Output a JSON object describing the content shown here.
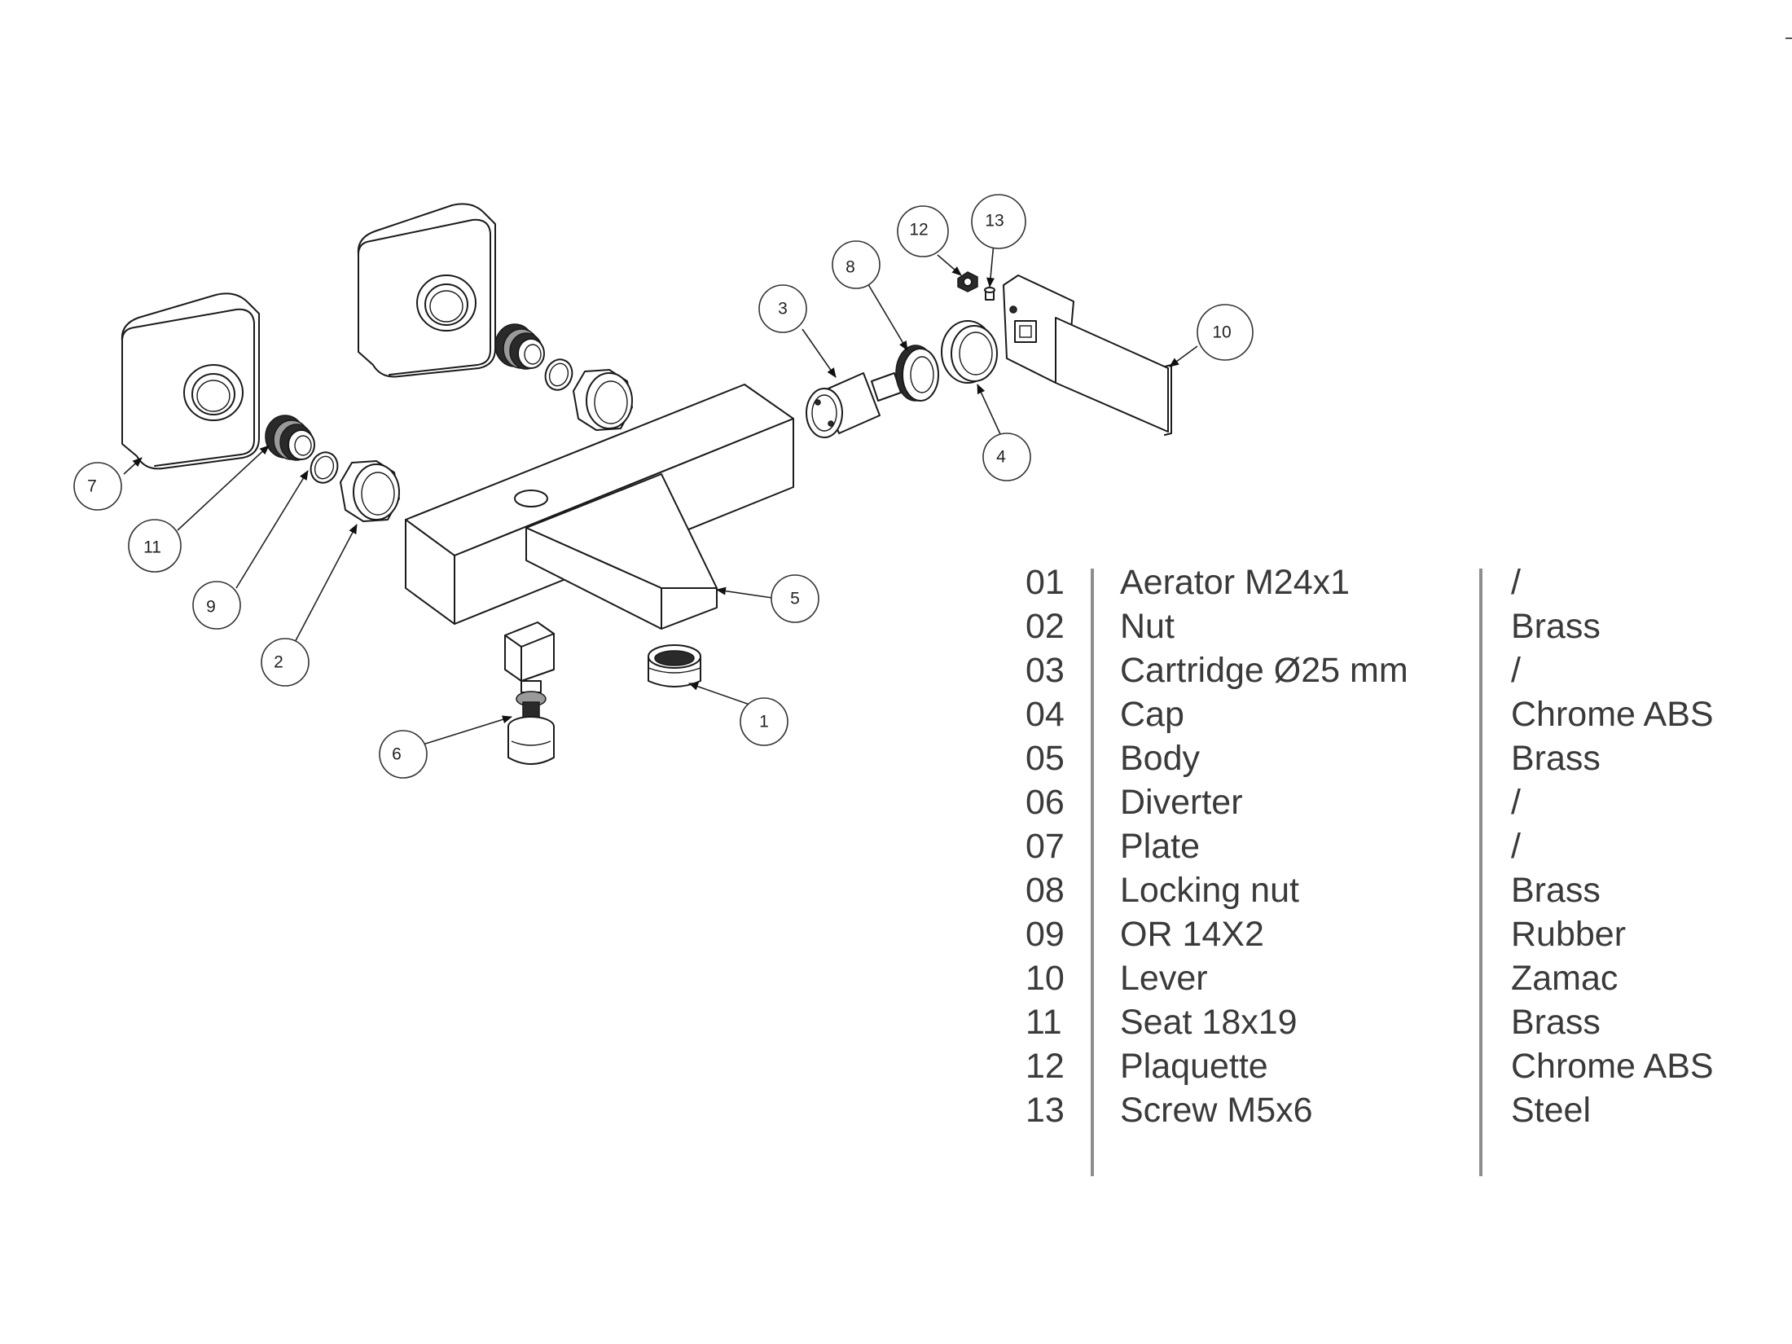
{
  "callouts": [
    "1",
    "2",
    "3",
    "4",
    "5",
    "6",
    "7",
    "8",
    "9",
    "10",
    "11",
    "12",
    "13"
  ],
  "parts": [
    {
      "num": "01",
      "name": "Aerator M24x1",
      "material": "/"
    },
    {
      "num": "02",
      "name": "Nut",
      "material": "Brass"
    },
    {
      "num": "03",
      "name": "Cartridge Ø25 mm",
      "material": "/"
    },
    {
      "num": "04",
      "name": "Cap",
      "material": "Chrome ABS"
    },
    {
      "num": "05",
      "name": "Body",
      "material": "Brass"
    },
    {
      "num": "06",
      "name": "Diverter",
      "material": "/"
    },
    {
      "num": "07",
      "name": "Plate",
      "material": "/"
    },
    {
      "num": "08",
      "name": "Locking nut",
      "material": "Brass"
    },
    {
      "num": "09",
      "name": "OR 14X2",
      "material": "Rubber"
    },
    {
      "num": "10",
      "name": "Lever",
      "material": "Zamac"
    },
    {
      "num": "11",
      "name": "Seat 18x19",
      "material": "Brass"
    },
    {
      "num": "12",
      "name": "Plaquette",
      "material": "Chrome ABS"
    },
    {
      "num": "13",
      "name": "Screw M5x6",
      "material": "Steel"
    }
  ]
}
